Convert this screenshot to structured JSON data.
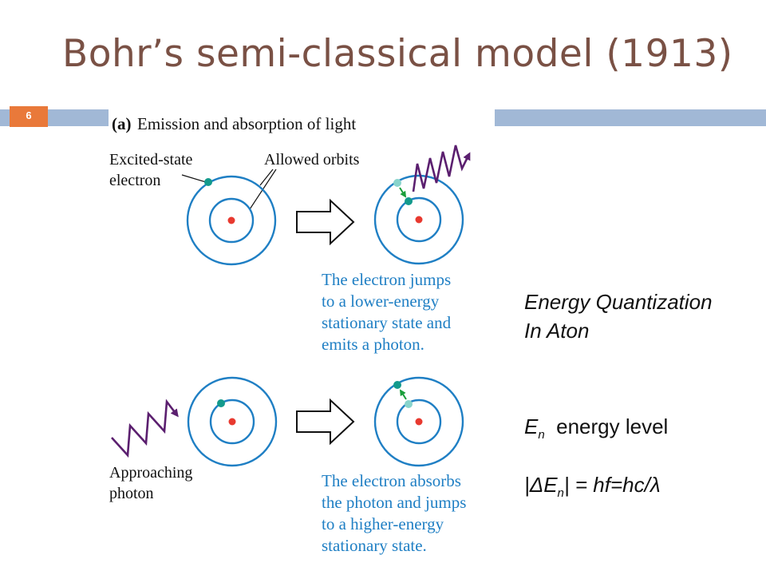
{
  "slide": {
    "title": "Bohr’s semi-classical model (1913)",
    "page_number": "6"
  },
  "figure": {
    "panel_label": "(a)",
    "panel_title": "Emission and absorption of light",
    "label_excited_line1": "Excited-state",
    "label_excited_line2": "electron",
    "label_allowed_orbits": "Allowed orbits",
    "emission_caption": [
      "The electron jumps",
      "to a lower-energy",
      "stationary state and",
      "emits a photon."
    ],
    "label_approaching_line1": "Approaching",
    "label_approaching_line2": "photon",
    "absorption_caption": [
      "The electron absorbs",
      "the photon and jumps",
      "to a higher-energy",
      "stationary state."
    ]
  },
  "notes": {
    "heading_line1": "Energy Quantization",
    "heading_line2": "In Aton",
    "energy_symbol": "E",
    "energy_subscript": "n",
    "energy_text": "energy level",
    "formula_open": "|ΔE",
    "formula_subscript": "n",
    "formula_close": "| = hf=hc/λ"
  },
  "colors": {
    "title": "#7a5145",
    "accent_bar": "#a1b8d6",
    "badge": "#e9793a",
    "orbit": "#1f7fc4",
    "nucleus": "#e8392f",
    "electron": "#139a8c",
    "electron_ghost": "#88d4cc",
    "transition_arrow": "#1a9e3a",
    "photon": "#5b1f6f",
    "caption": "#1f7fc4"
  }
}
